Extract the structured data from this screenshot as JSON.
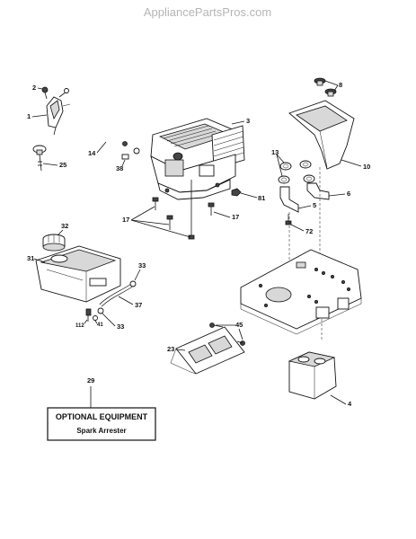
{
  "watermark": "AppliancePartsPros.com",
  "callouts": {
    "c1": "1",
    "c2": "2",
    "c3": "3",
    "c4": "4",
    "c5": "5",
    "c6": "6",
    "c8": "8",
    "c10": "10",
    "c13": "13",
    "c14": "14",
    "c17a": "17",
    "c17b": "17",
    "c23": "23",
    "c25": "25",
    "c29": "29",
    "c31": "31",
    "c32": "32",
    "c33a": "33",
    "c33b": "33",
    "c37": "37",
    "c38": "38",
    "c41": "41",
    "c45": "45",
    "c72": "72",
    "c81": "81",
    "c112": "112"
  },
  "optional_box": {
    "title": "OPTIONAL EQUIPMENT",
    "subtitle": "Spark Arrester"
  }
}
